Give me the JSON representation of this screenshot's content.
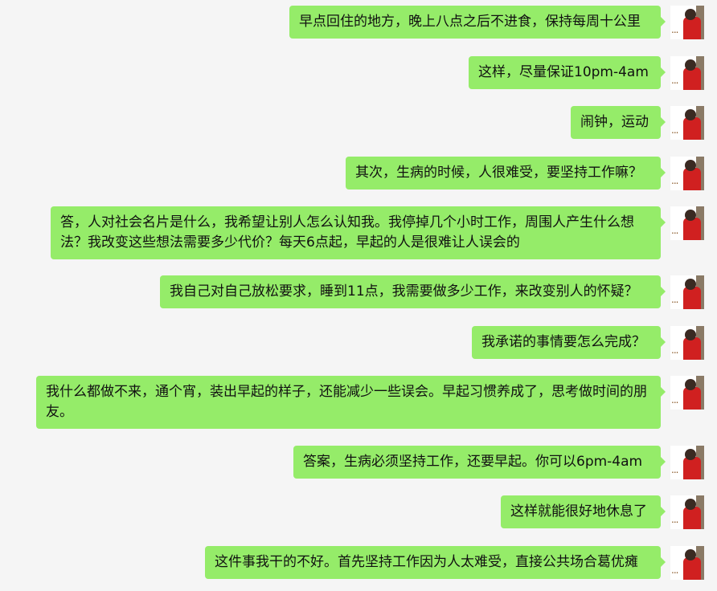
{
  "messages": [
    {
      "text": "早点回住的地方，晚上八点之后不进食，保持每周十公里"
    },
    {
      "text": "这样，尽量保证10pm-4am"
    },
    {
      "text": "闹钟，运动"
    },
    {
      "text": "其次，生病的时候，人很难受，要坚持工作嘛？"
    },
    {
      "text": "答，人对社会名片是什么，我希望让别人怎么认知我。我停掉几个小时工作，周围人产生什么想法？我改变这些想法需要多少代价？每天6点起，早起的人是很难让人误会的"
    },
    {
      "text": "我自己对自己放松要求，睡到11点，我需要做多少工作，来改变别人的怀疑？"
    },
    {
      "text": "我承诺的事情要怎么完成？"
    },
    {
      "text": "我什么都做不来，通个宵，装出早起的样子，还能减少一些误会。早起习惯养成了，思考做时间的朋友。"
    },
    {
      "text": "答案，生病必须坚持工作，还要早起。你可以6pm-4am"
    },
    {
      "text": "这样就能很好地休息了"
    },
    {
      "text": "这件事我干的不好。首先坚持工作因为人太难受，直接公共场合葛优瘫"
    }
  ],
  "avatar_overlay": "...",
  "colors": {
    "background": "#f5f5f5",
    "bubble": "#95ec69",
    "text": "#111111"
  }
}
